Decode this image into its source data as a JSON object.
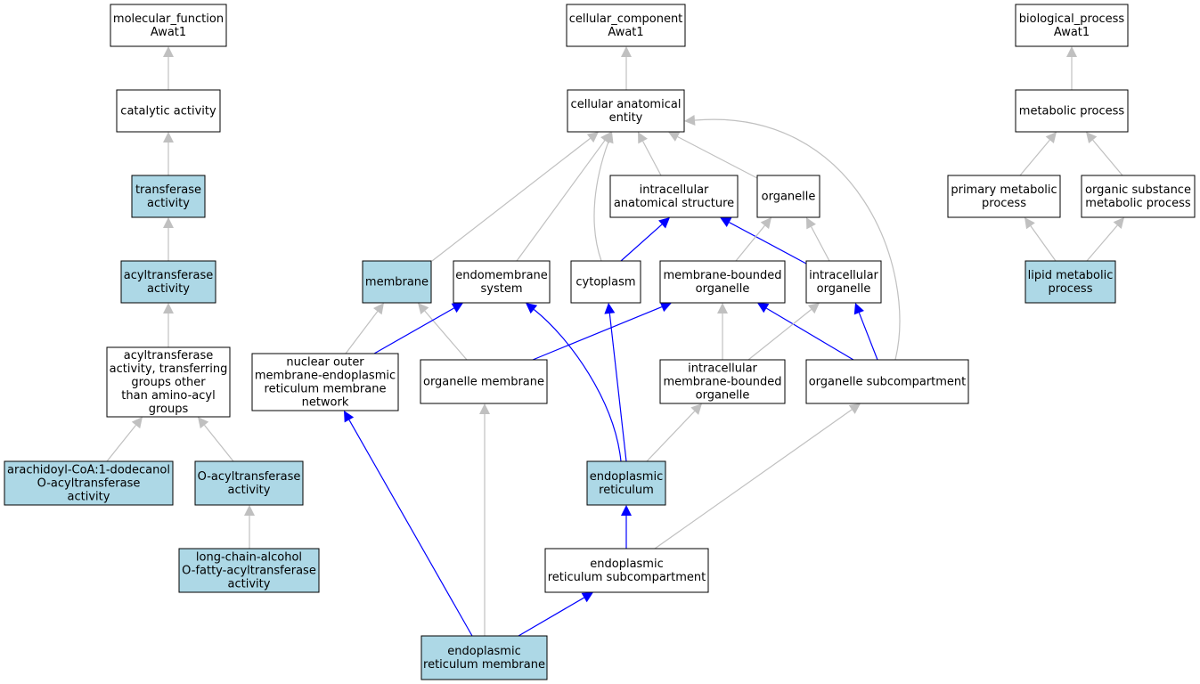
{
  "colors": {
    "highlight_fill": "#add8e6",
    "default_fill": "#ffffff",
    "gray_edge": "#c0c0c0",
    "blue_edge": "#0000ff"
  },
  "nodes": [
    {
      "id": "mf",
      "lines": [
        "molecular_function",
        "Awat1"
      ],
      "highlight": false
    },
    {
      "id": "cat",
      "lines": [
        "catalytic activity"
      ],
      "highlight": false
    },
    {
      "id": "trans",
      "lines": [
        "transferase",
        "activity"
      ],
      "highlight": true
    },
    {
      "id": "acyl",
      "lines": [
        "acyltransferase",
        "activity"
      ],
      "highlight": true
    },
    {
      "id": "acyl_other",
      "lines": [
        "acyltransferase",
        "activity, transferring",
        "groups other",
        "than amino-acyl",
        "groups"
      ],
      "highlight": false
    },
    {
      "id": "arach",
      "lines": [
        "arachidoyl-CoA:1-dodecanol",
        "O-acyltransferase",
        "activity"
      ],
      "highlight": true
    },
    {
      "id": "oacyl",
      "lines": [
        "O-acyltransferase",
        "activity"
      ],
      "highlight": true
    },
    {
      "id": "longchain",
      "lines": [
        "long-chain-alcohol",
        "O-fatty-acyltransferase",
        "activity"
      ],
      "highlight": true
    },
    {
      "id": "cc",
      "lines": [
        "cellular_component",
        "Awat1"
      ],
      "highlight": false
    },
    {
      "id": "cae",
      "lines": [
        "cellular anatomical",
        "entity"
      ],
      "highlight": false
    },
    {
      "id": "ias",
      "lines": [
        "intracellular",
        "anatomical structure"
      ],
      "highlight": false
    },
    {
      "id": "org",
      "lines": [
        "organelle"
      ],
      "highlight": false
    },
    {
      "id": "mem",
      "lines": [
        "membrane"
      ],
      "highlight": true
    },
    {
      "id": "endo",
      "lines": [
        "endomembrane",
        "system"
      ],
      "highlight": false
    },
    {
      "id": "cyto",
      "lines": [
        "cytoplasm"
      ],
      "highlight": false
    },
    {
      "id": "mbo",
      "lines": [
        "membrane-bounded",
        "organelle"
      ],
      "highlight": false
    },
    {
      "id": "io",
      "lines": [
        "intracellular",
        "organelle"
      ],
      "highlight": false
    },
    {
      "id": "nomer",
      "lines": [
        "nuclear outer",
        "membrane-endoplasmic",
        "reticulum membrane",
        "network"
      ],
      "highlight": false
    },
    {
      "id": "om",
      "lines": [
        "organelle membrane"
      ],
      "highlight": false
    },
    {
      "id": "imbo",
      "lines": [
        "intracellular",
        "membrane-bounded",
        "organelle"
      ],
      "highlight": false
    },
    {
      "id": "osc",
      "lines": [
        "organelle subcompartment"
      ],
      "highlight": false
    },
    {
      "id": "er",
      "lines": [
        "endoplasmic",
        "reticulum"
      ],
      "highlight": true
    },
    {
      "id": "ersc",
      "lines": [
        "endoplasmic",
        "reticulum subcompartment"
      ],
      "highlight": false
    },
    {
      "id": "erm",
      "lines": [
        "endoplasmic",
        "reticulum membrane"
      ],
      "highlight": true
    },
    {
      "id": "bp",
      "lines": [
        "biological_process",
        "Awat1"
      ],
      "highlight": false
    },
    {
      "id": "mp",
      "lines": [
        "metabolic process"
      ],
      "highlight": false
    },
    {
      "id": "pmp",
      "lines": [
        "primary metabolic",
        "process"
      ],
      "highlight": false
    },
    {
      "id": "osmp",
      "lines": [
        "organic substance",
        "metabolic process"
      ],
      "highlight": false
    },
    {
      "id": "lmp",
      "lines": [
        "lipid metabolic",
        "process"
      ],
      "highlight": true
    }
  ],
  "edges": [
    {
      "from": "cat",
      "to": "mf",
      "color": "gray"
    },
    {
      "from": "trans",
      "to": "cat",
      "color": "gray"
    },
    {
      "from": "acyl",
      "to": "trans",
      "color": "gray"
    },
    {
      "from": "acyl_other",
      "to": "acyl",
      "color": "gray"
    },
    {
      "from": "arach",
      "to": "acyl_other",
      "color": "gray"
    },
    {
      "from": "oacyl",
      "to": "acyl_other",
      "color": "gray"
    },
    {
      "from": "longchain",
      "to": "oacyl",
      "color": "gray"
    },
    {
      "from": "cae",
      "to": "cc",
      "color": "gray"
    },
    {
      "from": "mem",
      "to": "cae",
      "color": "gray"
    },
    {
      "from": "endo",
      "to": "cae",
      "color": "gray"
    },
    {
      "from": "cyto",
      "to": "cae",
      "color": "gray"
    },
    {
      "from": "ias",
      "to": "cae",
      "color": "gray"
    },
    {
      "from": "org",
      "to": "cae",
      "color": "gray"
    },
    {
      "from": "osc",
      "to": "cae",
      "color": "gray"
    },
    {
      "from": "cyto",
      "to": "ias",
      "color": "blue"
    },
    {
      "from": "io",
      "to": "ias",
      "color": "blue"
    },
    {
      "from": "mbo",
      "to": "org",
      "color": "gray"
    },
    {
      "from": "io",
      "to": "org",
      "color": "gray"
    },
    {
      "from": "nomer",
      "to": "mem",
      "color": "gray"
    },
    {
      "from": "om",
      "to": "mem",
      "color": "gray"
    },
    {
      "from": "nomer",
      "to": "endo",
      "color": "blue"
    },
    {
      "from": "er",
      "to": "endo",
      "color": "blue"
    },
    {
      "from": "er",
      "to": "cyto",
      "color": "blue"
    },
    {
      "from": "om",
      "to": "mbo",
      "color": "blue"
    },
    {
      "from": "imbo",
      "to": "mbo",
      "color": "gray"
    },
    {
      "from": "osc",
      "to": "mbo",
      "color": "blue"
    },
    {
      "from": "imbo",
      "to": "io",
      "color": "gray"
    },
    {
      "from": "osc",
      "to": "io",
      "color": "blue"
    },
    {
      "from": "er",
      "to": "imbo",
      "color": "gray"
    },
    {
      "from": "ersc",
      "to": "osc",
      "color": "gray"
    },
    {
      "from": "ersc",
      "to": "er",
      "color": "blue"
    },
    {
      "from": "erm",
      "to": "nomer",
      "color": "blue"
    },
    {
      "from": "erm",
      "to": "om",
      "color": "gray"
    },
    {
      "from": "erm",
      "to": "ersc",
      "color": "blue"
    },
    {
      "from": "mp",
      "to": "bp",
      "color": "gray"
    },
    {
      "from": "pmp",
      "to": "mp",
      "color": "gray"
    },
    {
      "from": "osmp",
      "to": "mp",
      "color": "gray"
    },
    {
      "from": "lmp",
      "to": "pmp",
      "color": "gray"
    },
    {
      "from": "lmp",
      "to": "osmp",
      "color": "gray"
    }
  ]
}
